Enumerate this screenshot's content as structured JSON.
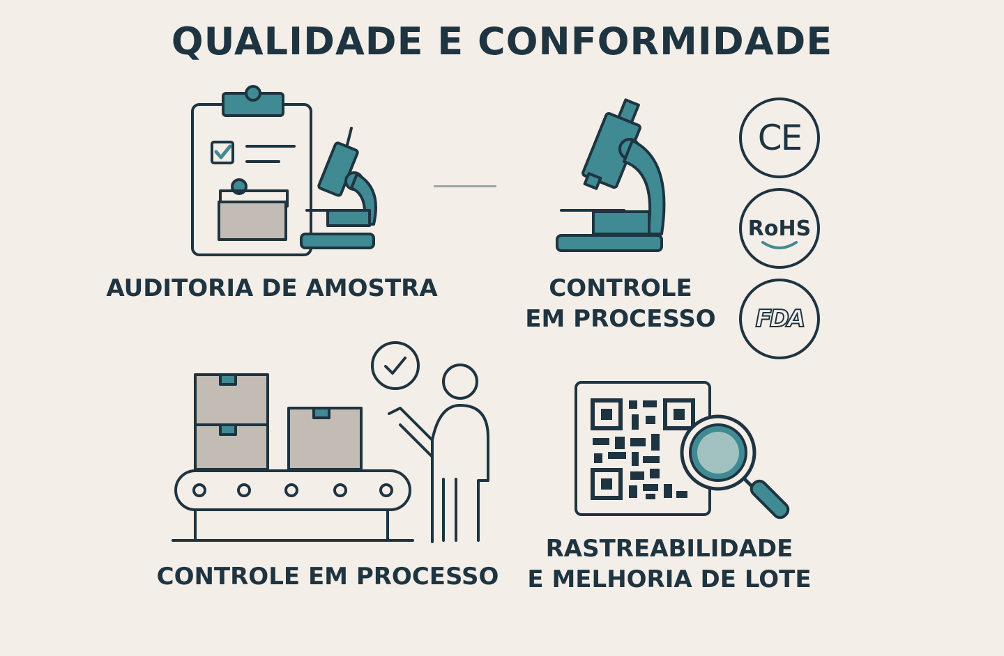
{
  "title": "QUALIDADE E CONFORMIDADE",
  "sections": [
    {
      "label": "AUDITORIA DE AMOSTRA"
    },
    {
      "label_line1": "CONTROLE",
      "label_line2": "EM PROCESSO"
    },
    {
      "label": "CONTROLE EM PROCESSO"
    },
    {
      "label_line1": "RASTREABILIDADE",
      "label_line2": "E MELHORIA DE LOTE"
    }
  ],
  "badges": [
    {
      "text": "CE"
    },
    {
      "text": "RoHS"
    },
    {
      "text": "FDA"
    }
  ],
  "colors": {
    "background": "#f4eee8",
    "ink": "#1e3440",
    "accent": "#3f8a93",
    "neutral": "#c3bcb4"
  },
  "icons": [
    "clipboard-icon",
    "microscope-icon",
    "checkbox-icon",
    "box-icon",
    "conveyor-icon",
    "person-icon",
    "check-circle-icon",
    "qr-code-icon",
    "magnifier-icon"
  ]
}
